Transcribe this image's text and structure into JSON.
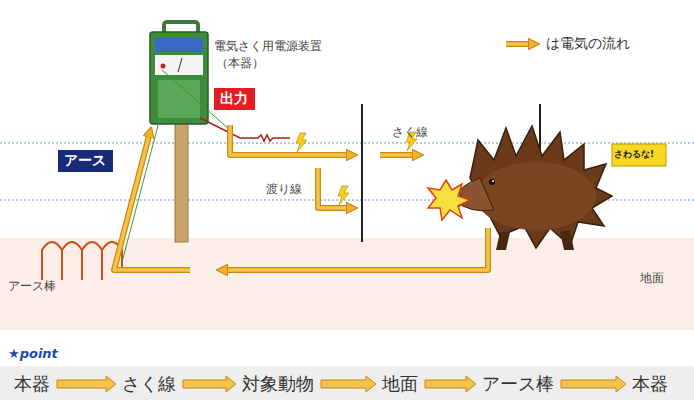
{
  "diagram": {
    "nodes": [
      {
        "text": [
          "出力"
        ]
      },
      {
        "text": [
          "アース"
        ]
      },
      {
        "text": [
          "本器"
        ]
      },
      {
        "text": [
          "さく線"
        ]
      },
      {
        "text": [
          "対象動物"
        ]
      },
      {
        "text": [
          "地面"
        ]
      },
      {
        "text": [
          "アース棒"
        ]
      },
      {
        "text": [
          "本器"
        ]
      }
    ],
    "edges": [
      {
        "from": 2,
        "to": 3,
        "arrow": "to"
      },
      {
        "from": 3,
        "to": 4,
        "arrow": "to"
      },
      {
        "from": 4,
        "to": 5,
        "arrow": "to"
      },
      {
        "from": 5,
        "to": 6,
        "arrow": "to"
      },
      {
        "from": 6,
        "to": 7,
        "arrow": "to"
      }
    ],
    "labels": [
      "電気さく用電源装置",
      "（本器）",
      "さく線",
      "渡り線",
      "地面",
      "アース棒",
      "★point",
      "さわるな!"
    ],
    "legend": [
      {
        "text": "は電気の流れ"
      }
    ]
  }
}
